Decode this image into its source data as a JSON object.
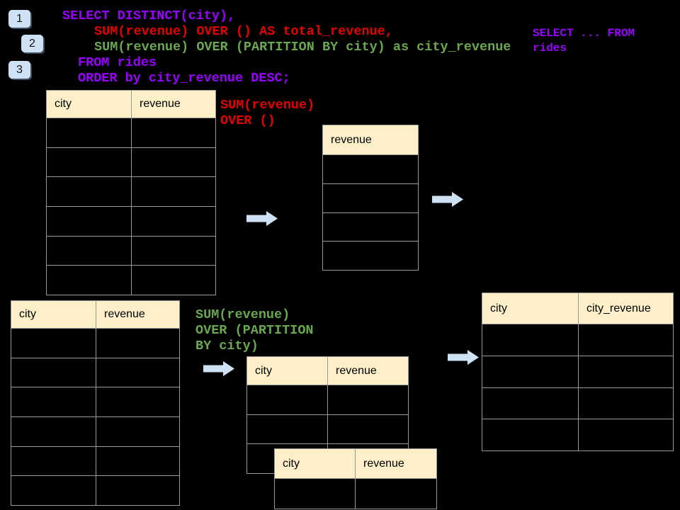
{
  "palette": {
    "background": "#000000",
    "sql_purple": "#9900ff",
    "sql_red": "#e60000",
    "sql_green": "#6aa84f",
    "table_header_bg": "#fdf0c8",
    "table_border": "#999999",
    "arrow_fill": "#cfe2f3",
    "badge_bg": "#cfe2f3"
  },
  "badges": [
    {
      "label": "1"
    },
    {
      "label": "2"
    },
    {
      "label": "3"
    }
  ],
  "sql_code": {
    "lines": [
      {
        "text": "SELECT DISTINCT(city),",
        "color": "purple"
      },
      {
        "text": "SUM(revenue) OVER () AS total_revenue,",
        "color": "red"
      },
      {
        "text": "SUM(revenue) OVER (PARTITION BY city) as city_revenue",
        "color": "green"
      },
      {
        "text": "FROM rides",
        "color": "purple"
      },
      {
        "text": "ORDER by city_revenue DESC;",
        "color": "purple"
      }
    ]
  },
  "side_note": {
    "color": "purple",
    "lines": [
      "SELECT ... FROM",
      "rides"
    ]
  },
  "annotations": {
    "total_note": {
      "color": "red",
      "lines": [
        "SUM(revenue)",
        "OVER ()"
      ]
    },
    "partition_note": {
      "color": "green",
      "lines": [
        "SUM(revenue)",
        "OVER (PARTITION",
        "BY city)"
      ]
    }
  },
  "tables": {
    "rides_source_top": {
      "headers": [
        "city",
        "revenue"
      ],
      "body_rows": 6
    },
    "total_revenue_result": {
      "headers": [
        "revenue"
      ],
      "body_rows": 4
    },
    "rides_source_bottom": {
      "headers": [
        "city",
        "revenue"
      ],
      "body_rows": 6
    },
    "partition_step": {
      "headers": [
        "city",
        "revenue"
      ],
      "body_rows": 3
    },
    "partition_step_overlay": {
      "headers": [
        "city",
        "revenue"
      ],
      "body_rows": 1
    },
    "city_revenue_result": {
      "headers": [
        "city",
        "city_revenue"
      ],
      "body_rows": 4
    }
  },
  "icons": {
    "flow_arrow": "right-arrow"
  }
}
